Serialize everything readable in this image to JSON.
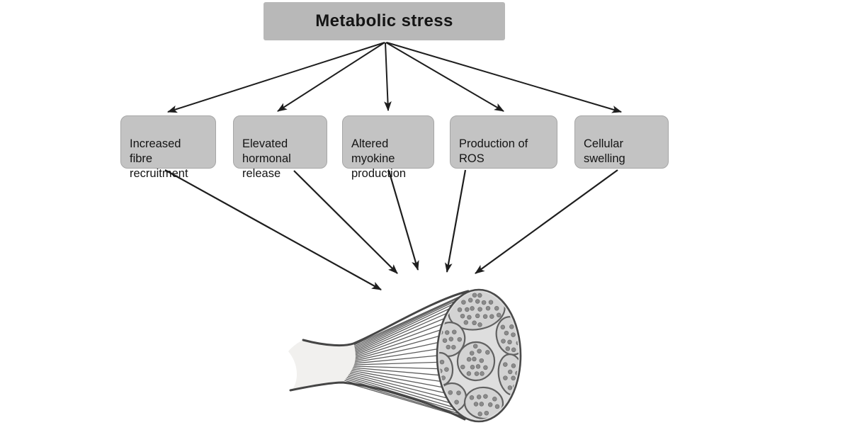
{
  "diagram": {
    "title": "Metabolic stress",
    "factors": [
      "Increased\nfibre\nrecruitment",
      "Elevated\nhormonal\nrelease",
      "Altered\nmyokine\nproduction",
      "Production of\nROS",
      "Cellular\nswelling"
    ],
    "illustration": "skeletal muscle with tendon, fibre fan and fascicle cross-section",
    "edges": {
      "title_to": [
        "Increased fibre recruitment",
        "Elevated hormonal release",
        "Altered myokine production",
        "Production of ROS",
        "Cellular swelling"
      ],
      "factors_to": "muscle illustration"
    },
    "colors": {
      "background": "#ffffff",
      "title_fill": "#b8b8b8",
      "box_fill": "#c3c3c3",
      "box_border": "#a6a6a6",
      "text": "#141414",
      "arrow": "#1e1e1e"
    }
  }
}
